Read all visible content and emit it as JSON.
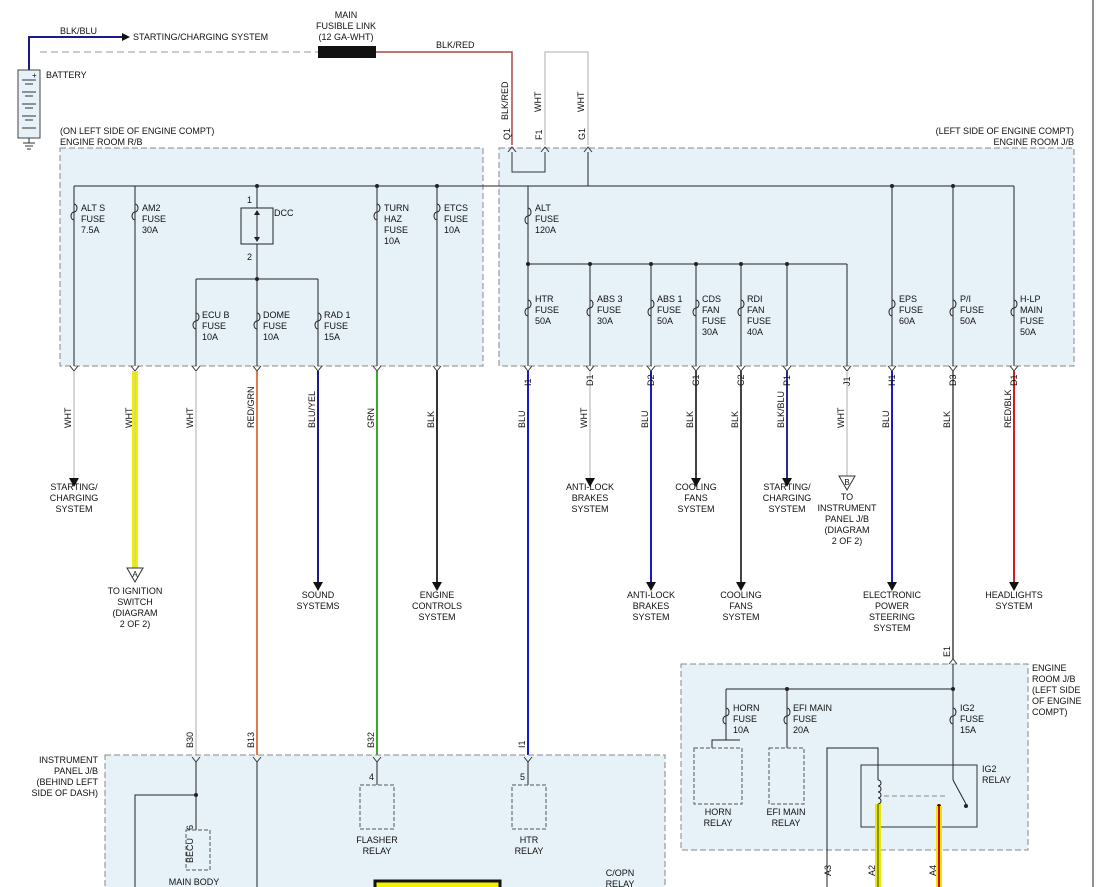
{
  "top": {
    "blk_blu": "BLK/BLU",
    "starting_charging": "STARTING/CHARGING SYSTEM",
    "battery": "BATTERY",
    "fusible_link": [
      "MAIN",
      "FUSIBLE LINK",
      "(12 GA-WHT)"
    ],
    "blk_red": "BLK/RED",
    "feed_wires": [
      {
        "pin": "Q1",
        "color": "BLK/RED"
      },
      {
        "pin": "F1",
        "color": "WHT"
      },
      {
        "pin": "G1",
        "color": "WHT"
      }
    ]
  },
  "left_box": {
    "note": "(ON LEFT SIDE OF ENGINE COMPT)",
    "title": "ENGINE ROOM R/B",
    "dcc": "DCC",
    "dcc_pins": [
      "1",
      "2"
    ],
    "fuses": [
      {
        "lines": [
          "ALT S",
          "FUSE",
          "7.5A"
        ]
      },
      {
        "lines": [
          "AM2",
          "FUSE",
          "30A"
        ]
      },
      {
        "lines": [
          "ECU B",
          "FUSE",
          "10A"
        ]
      },
      {
        "lines": [
          "DOME",
          "FUSE",
          "10A"
        ]
      },
      {
        "lines": [
          "RAD 1",
          "FUSE",
          "15A"
        ]
      },
      {
        "lines": [
          "TURN",
          "HAZ",
          "FUSE",
          "10A"
        ]
      },
      {
        "lines": [
          "ETCS",
          "FUSE",
          "10A"
        ]
      }
    ]
  },
  "right_box": {
    "note": "(LEFT SIDE OF ENGINE COMPT)",
    "title": "ENGINE ROOM J/B",
    "fuses": [
      {
        "lines": [
          "ALT",
          "FUSE",
          "120A"
        ]
      },
      {
        "lines": [
          "HTR",
          "FUSE",
          "50A"
        ]
      },
      {
        "lines": [
          "ABS 3",
          "FUSE",
          "30A"
        ]
      },
      {
        "lines": [
          "ABS 1",
          "FUSE",
          "50A"
        ]
      },
      {
        "lines": [
          "CDS",
          "FAN",
          "FUSE",
          "30A"
        ]
      },
      {
        "lines": [
          "RDI",
          "FAN",
          "FUSE",
          "40A"
        ]
      },
      {
        "lines": [
          "EPS",
          "FUSE",
          "60A"
        ]
      },
      {
        "lines": [
          "P/I",
          "FUSE",
          "50A"
        ]
      },
      {
        "lines": [
          "H-LP",
          "MAIN",
          "FUSE",
          "50A"
        ]
      }
    ]
  },
  "wires": [
    {
      "pin": "",
      "color": "WHT",
      "dest": [
        "STARTING/",
        "CHARGING",
        "SYSTEM"
      ]
    },
    {
      "pin": "",
      "color": "WHT",
      "dest": [
        "TO IGNITION",
        "SWITCH",
        "(DIAGRAM",
        "2 OF 2)"
      ],
      "marker": "A"
    },
    {
      "pin": "",
      "color": "WHT"
    },
    {
      "pin": "",
      "color": "RED/GRN"
    },
    {
      "pin": "",
      "color": "BLU/YEL",
      "dest": [
        "SOUND",
        "SYSTEMS"
      ]
    },
    {
      "pin": "",
      "color": "GRN"
    },
    {
      "pin": "",
      "color": "BLK",
      "dest": [
        "ENGINE",
        "CONTROLS",
        "SYSTEM"
      ]
    },
    {
      "pin": "I1",
      "color": "BLU"
    },
    {
      "pin": "D1",
      "color": "WHT",
      "dest": [
        "ANTI-LOCK",
        "BRAKES",
        "SYSTEM"
      ]
    },
    {
      "pin": "D2",
      "color": "BLU",
      "dest": [
        "ANTI-LOCK",
        "BRAKES",
        "SYSTEM"
      ]
    },
    {
      "pin": "C1",
      "color": "BLK",
      "dest": [
        "COOLING",
        "FANS",
        "SYSTEM"
      ]
    },
    {
      "pin": "C2",
      "color": "BLK",
      "dest": [
        "COOLING",
        "FANS",
        "SYSTEM"
      ]
    },
    {
      "pin": "P1",
      "color": "BLK/BLU",
      "dest": [
        "STARTING/",
        "CHARGING",
        "SYSTEM"
      ]
    },
    {
      "pin": "J1",
      "color": "WHT",
      "dest": [
        "TO",
        "INSTRUMENT",
        "PANEL J/B",
        "(DIAGRAM",
        "2 OF 2)"
      ],
      "marker": "B"
    },
    {
      "pin": "H1",
      "color": "BLU",
      "dest": [
        "ELECTRONIC",
        "POWER",
        "STEERING",
        "SYSTEM"
      ]
    },
    {
      "pin": "D3",
      "color": "BLK"
    },
    {
      "pin": "D1",
      "color": "RED/BLK",
      "dest": [
        "HEADLIGHTS",
        "SYSTEM"
      ]
    }
  ],
  "relay_box": {
    "pin_in": "E1",
    "title": [
      "ENGINE",
      "ROOM J/B",
      "(LEFT SIDE",
      "OF ENGINE",
      "COMPT)"
    ],
    "fuses": [
      {
        "lines": [
          "HORN",
          "FUSE",
          "10A"
        ]
      },
      {
        "lines": [
          "EFI MAIN",
          "FUSE",
          "20A"
        ]
      },
      {
        "lines": [
          "IG2",
          "FUSE",
          "15A"
        ]
      }
    ],
    "relays": [
      {
        "lines": [
          "HORN",
          "RELAY"
        ]
      },
      {
        "lines": [
          "EFI MAIN",
          "RELAY"
        ]
      },
      {
        "lines": [
          "IG2",
          "RELAY"
        ]
      }
    ],
    "bottom_pins": [
      "A3",
      "A2",
      "A4"
    ]
  },
  "instrument_box": {
    "title": [
      "INSTRUMENT",
      "PANEL J/B",
      "(BEHIND LEFT",
      "SIDE OF DASH)"
    ],
    "pins": [
      "B30",
      "B13",
      "B32",
      "I1"
    ],
    "becu": "BECU",
    "becu_pin": "6",
    "main_body": "MAIN BODY",
    "flasher": [
      "FLASHER",
      "RELAY"
    ],
    "flasher_pin": "4",
    "htr": [
      "HTR",
      "RELAY"
    ],
    "htr_pin": "5",
    "copn": [
      "C/OPN",
      "RELAY"
    ]
  }
}
